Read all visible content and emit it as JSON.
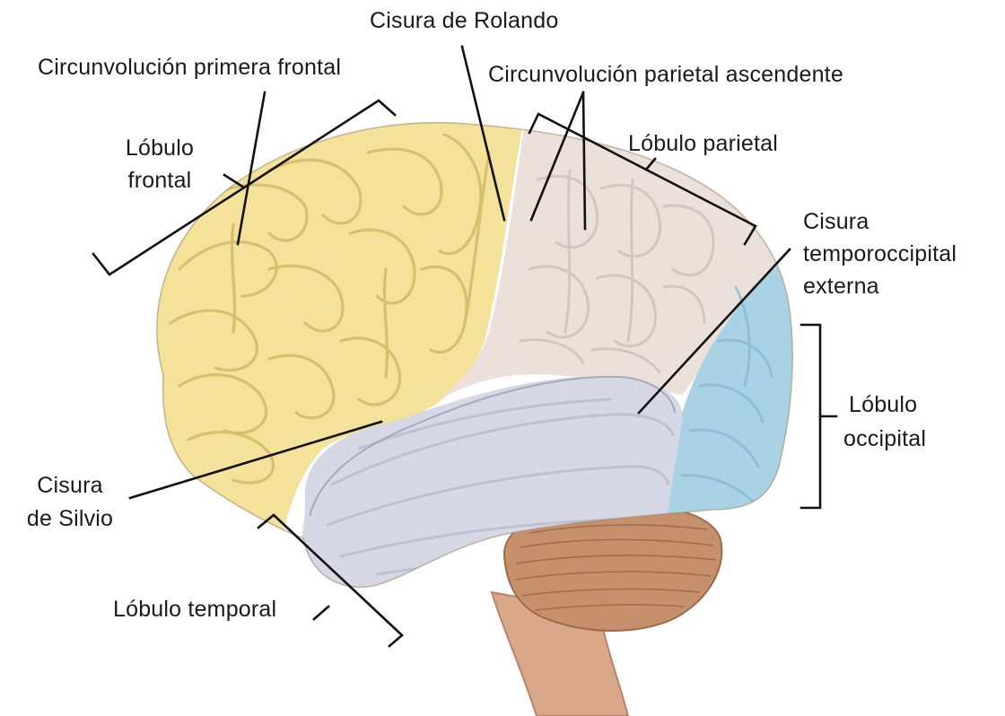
{
  "labels": {
    "cisura_rolando": "Cisura de Rolando",
    "circunvolucion_primera_frontal": "Circunvolución primera frontal",
    "circunvolucion_parietal_ascendente": "Circunvolución parietal ascendente",
    "lobulo_frontal_1": "Lóbulo",
    "lobulo_frontal_2": "frontal",
    "lobulo_parietal": "Lóbulo parietal",
    "cisura_temporooccipital_1": "Cisura",
    "cisura_temporooccipital_2": "temporoccipital",
    "cisura_temporooccipital_3": "externa",
    "lobulo_occipital_1": "Lóbulo",
    "lobulo_occipital_2": "occipital",
    "cisura_silvio_1": "Cisura",
    "cisura_silvio_2": "de Silvio",
    "lobulo_temporal": "Lóbulo temporal"
  },
  "colors": {
    "frontal_lobe": "#f5e29a",
    "parietal_lobe": "#ece1da",
    "temporal_lobe": "#d6d8e6",
    "occipital_lobe": "#a9d3e4",
    "cerebellum": "#c7906c",
    "brainstem": "#d9a88a",
    "leader_lines": "#111111"
  }
}
